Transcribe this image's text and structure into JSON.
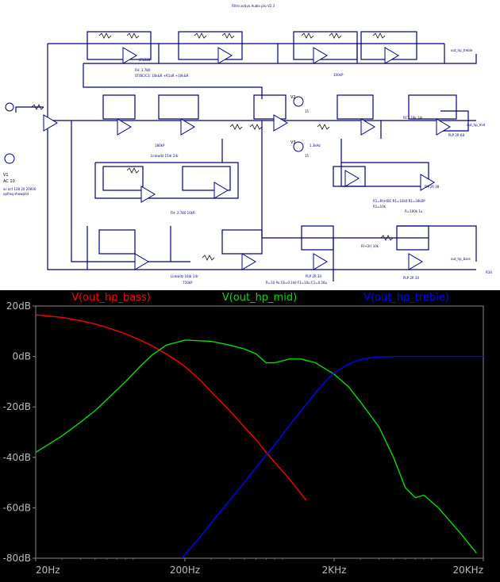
{
  "schematic": {
    "title": "Filtro activo Audio pro V2.3",
    "labels": {
      "source": "AC 10",
      "source_name": "V1",
      "source_note1": "ac oct 128 20 20000",
      "source_note2": "opfreq showplot",
      "notes1": "FH: 3.780",
      "notes2": "ST/BC/C3: 10k&R +R1aR +10k&R",
      "notes3": "Linkwitz 15dr 24r",
      "notes4": "FH: 2.780 10kR",
      "notes5": "1.3kHz",
      "notes6": "Linkwitz 16dr 24r",
      "notes7": "180kP",
      "notes8": "750kP",
      "notes9": "PLP 2R 68",
      "notes10": "RC1 10k 14r",
      "notes11": "R1=Rt+tBC R1=10k0 R1=34k0P",
      "notes12": "R1=10k",
      "notes13": "100kP",
      "notes14": "R(+2r) 10k",
      "notes15": "PLP 2R 30",
      "notes16": "FH 2R 38",
      "notes17": "R=10 Pu C6=0.1k0 F1=10u C1=0.56u",
      "notes18": "PLP 2R 30",
      "notes19": "R=100k 1u",
      "notes20": "LT1028",
      "out1": "out_hp_treble",
      "out2": "out_hp_mid",
      "out3": "out_hp_bass",
      "v2": "V2",
      "v3": "V3",
      "v2_val": "15",
      "v3_val": "15",
      "gnd": "R34"
    }
  },
  "chart_data": {
    "type": "line",
    "title": "",
    "xlabel": "",
    "ylabel": "",
    "x_scale": "log",
    "xlim": [
      20,
      20000
    ],
    "ylim": [
      -80,
      20
    ],
    "x_ticks": [
      {
        "value": 20,
        "label": "20Hz"
      },
      {
        "value": 200,
        "label": "200Hz"
      },
      {
        "value": 2000,
        "label": "2KHz"
      },
      {
        "value": 20000,
        "label": "20KHz"
      }
    ],
    "y_ticks": [
      {
        "value": 20,
        "label": "20dB"
      },
      {
        "value": 0,
        "label": "0dB"
      },
      {
        "value": -20,
        "label": "-20dB"
      },
      {
        "value": -40,
        "label": "-40dB"
      },
      {
        "value": -60,
        "label": "-60dB"
      },
      {
        "value": -80,
        "label": "-80dB"
      }
    ],
    "grid": false,
    "series": [
      {
        "name": "V(out_hp_bass)",
        "color": "#ff0000",
        "x": [
          20,
          30,
          40,
          50,
          60,
          80,
          100,
          120,
          150,
          180,
          200,
          250,
          300,
          400,
          500,
          600,
          700,
          800,
          1000,
          1300
        ],
        "y": [
          16.5,
          15.5,
          14.2,
          12.9,
          11.5,
          9,
          6.5,
          4.3,
          1,
          -2,
          -4,
          -9,
          -14,
          -21.5,
          -28,
          -33,
          -38,
          -42,
          -48.5,
          -57
        ]
      },
      {
        "name": "V(out_hp_mid)",
        "color": "#00dd00",
        "x": [
          20,
          30,
          40,
          50,
          60,
          80,
          100,
          120,
          150,
          200,
          300,
          400,
          500,
          600,
          700,
          800,
          1000,
          1200,
          1500,
          2000,
          2500,
          3000,
          4000,
          5000,
          6000,
          7000,
          8000,
          10000,
          14000,
          18000
        ],
        "y": [
          -38,
          -31.5,
          -26,
          -21.5,
          -17,
          -10,
          -4,
          0.5,
          4.5,
          6.5,
          6,
          4.5,
          3,
          1,
          -2.5,
          -2.5,
          -1,
          -1,
          -2.5,
          -7,
          -12,
          -18,
          -28,
          -40,
          -52,
          -56,
          -55,
          -60,
          -70,
          -78
        ]
      },
      {
        "name": "V(out_hp_treble)",
        "color": "#0000ff",
        "x": [
          190,
          250,
          300,
          400,
          500,
          600,
          800,
          1000,
          1200,
          1500,
          1800,
          2000,
          2500,
          3000,
          3500,
          4000,
          5000,
          7000,
          10000,
          15000,
          20000
        ],
        "y": [
          -80,
          -72,
          -66,
          -57,
          -50,
          -44,
          -35,
          -27.5,
          -21.5,
          -14.5,
          -9,
          -6.5,
          -3,
          -1.2,
          -0.5,
          -0.2,
          0,
          0,
          0,
          0,
          0
        ]
      }
    ]
  }
}
